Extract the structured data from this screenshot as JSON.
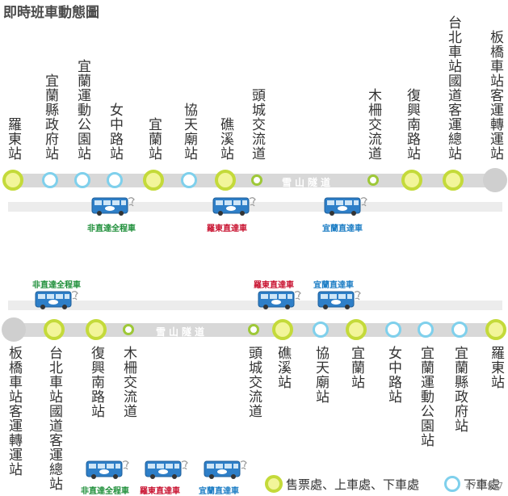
{
  "page": {
    "title": "即時班車動態圖"
  },
  "line1": {
    "tunnel_label": "雪山隧道",
    "stations": [
      {
        "name": "羅東站",
        "type": "big"
      },
      {
        "name": "宜蘭縣政府站",
        "type": "small"
      },
      {
        "name": "宜蘭運動公園站",
        "type": "small"
      },
      {
        "name": "女中路站",
        "type": "small"
      },
      {
        "name": "宜蘭站",
        "type": "big"
      },
      {
        "name": "協天廟站",
        "type": "small"
      },
      {
        "name": "礁溪站",
        "type": "big"
      },
      {
        "name": "頭城交流道",
        "type": "mini"
      },
      {
        "name": "木柵交流道",
        "type": "mini"
      },
      {
        "name": "復興南路站",
        "type": "big"
      },
      {
        "name": "台北車站國道客運總站",
        "type": "big"
      },
      {
        "name": "板橋車站客運轉運站",
        "type": "term"
      }
    ],
    "buses": [
      {
        "label": "非直達全程車",
        "color": "#1f8f3a"
      },
      {
        "label": "羅東直達車",
        "color": "#c8102e"
      },
      {
        "label": "宜蘭直達車",
        "color": "#1a7cc4"
      }
    ]
  },
  "line2": {
    "tunnel_label": "雪山隧道",
    "stations": [
      {
        "name": "板橋車站客運轉運站",
        "type": "term"
      },
      {
        "name": "台北車站國道客運總站",
        "type": "big"
      },
      {
        "name": "復興南路站",
        "type": "big"
      },
      {
        "name": "木柵交流道",
        "type": "mini"
      },
      {
        "name": "頭城交流道",
        "type": "mini"
      },
      {
        "name": "礁溪站",
        "type": "big"
      },
      {
        "name": "協天廟站",
        "type": "small"
      },
      {
        "name": "宜蘭站",
        "type": "big"
      },
      {
        "name": "女中路站",
        "type": "small"
      },
      {
        "name": "宜蘭運動公園站",
        "type": "small"
      },
      {
        "name": "宜蘭縣政府站",
        "type": "small"
      },
      {
        "name": "羅東站",
        "type": "big"
      }
    ],
    "buses": [
      {
        "label": "非直達全程車",
        "color": "#1f8f3a"
      },
      {
        "label": "羅東直達車",
        "color": "#c8102e"
      },
      {
        "label": "宜蘭直達車",
        "color": "#1a7cc4"
      }
    ]
  },
  "legend": {
    "buses": [
      {
        "label": "非直達全程車",
        "color": "#1f8f3a"
      },
      {
        "label": "羅東直達車",
        "color": "#c8102e"
      },
      {
        "label": "宜蘭直達車",
        "color": "#1a7cc4"
      }
    ],
    "major_stop_label": "售票處、上車處、下車處",
    "minor_stop_label": "下車處"
  },
  "watermark": "#711957",
  "colors": {
    "major_fill": "#f2f59a",
    "major_ring": "#c4da3a",
    "minor_ring": "#7fd0ec",
    "track": "#d8d8d8",
    "bus_body": "#2e7fc8"
  }
}
